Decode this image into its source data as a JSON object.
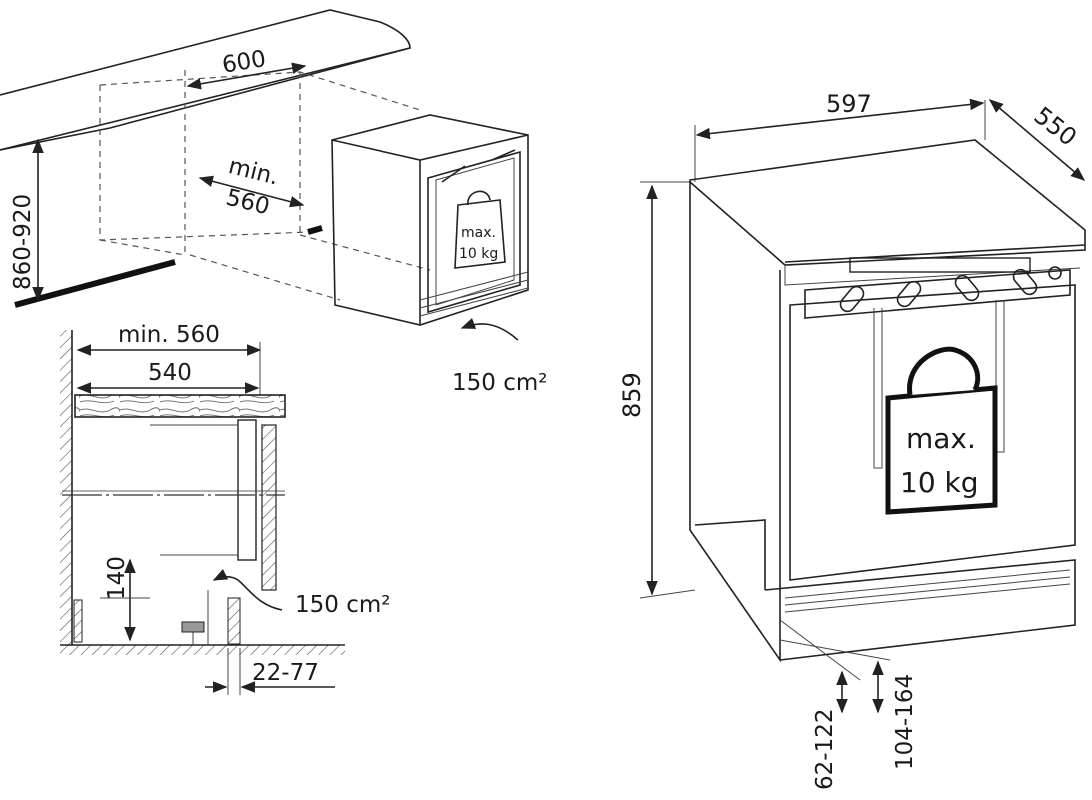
{
  "left_top": {
    "width_600": "600",
    "min_label": "min.",
    "depth_560": "560",
    "height_860_920": "860-920",
    "weight_max": "max.",
    "weight_10kg": "10 kg",
    "vent_area": "150 cm²"
  },
  "left_section": {
    "min_560": "min. 560",
    "depth_540": "540",
    "height_140": "140",
    "vent_area": "150 cm²",
    "gap_22_77": "22-77"
  },
  "right": {
    "width_597": "597",
    "depth_550": "550",
    "height_859": "859",
    "weight_max": "max.",
    "weight_10kg": "10 kg",
    "plinth_62_122": "62-122",
    "plinth_104_164": "104-164"
  }
}
